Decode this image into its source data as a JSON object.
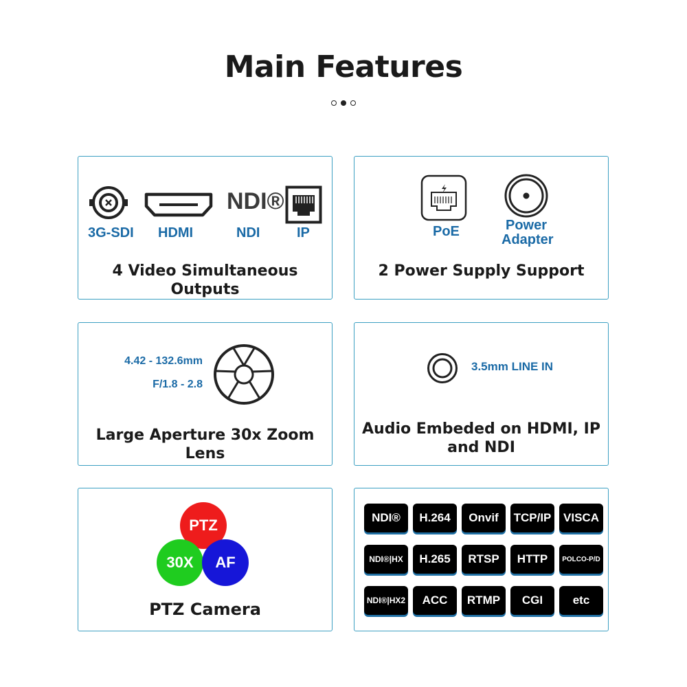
{
  "header": {
    "title": "Main Features"
  },
  "carousel": {
    "dots": 3,
    "active": 1
  },
  "card_outputs": {
    "labels": [
      "3G-SDI",
      "HDMI",
      "NDI",
      "IP"
    ],
    "ndi_logo": "NDI®",
    "caption": "4 Video Simultaneous Outputs"
  },
  "card_power": {
    "labels": [
      "PoE",
      "Power",
      "Adapter"
    ],
    "caption": "2 Power Supply Support"
  },
  "card_lens": {
    "focal": "4.42 - 132.6mm",
    "aperture": "F/1.8 - 2.8",
    "caption": "Large Aperture 30x Zoom Lens"
  },
  "card_audio": {
    "label": "3.5mm LINE IN",
    "caption_line1": "Audio Embeded on HDMI, IP",
    "caption_line2": "and NDI"
  },
  "card_ptz": {
    "circles": [
      "PTZ",
      "30X",
      "AF"
    ],
    "colors": {
      "ptz": "#ee1c1c",
      "zoom": "#1fcc1f",
      "af": "#1616d8"
    },
    "caption": "PTZ Camera"
  },
  "card_protocols": {
    "tags": [
      "NDI®",
      "H.264",
      "Onvif",
      "TCP/IP",
      "VISCA",
      "NDI®|HX",
      "H.265",
      "RTSP",
      "HTTP",
      "POLCO-P/D",
      "NDI®|HX2",
      "ACC",
      "RTMP",
      "CGI",
      "etc"
    ]
  },
  "colors": {
    "accent": "#3b9fc2",
    "label_blue": "#1a6aa6"
  }
}
